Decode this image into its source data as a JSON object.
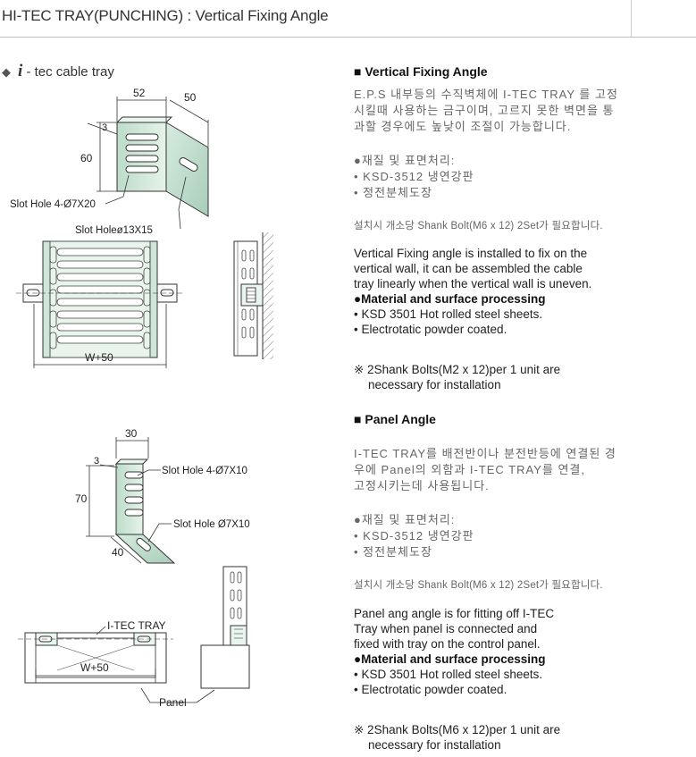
{
  "header": {
    "title": "HI-TEC TRAY(PUNCHING)  : Vertical Fixing Angle"
  },
  "brand": {
    "icon": "diamond-bullet-icon",
    "italic_i": "i",
    "rest": " - tec cable tray"
  },
  "diagram1": {
    "dim_top": "52",
    "dim_side": "50",
    "dim_thick": "3",
    "dim_height": "60",
    "slot_label_1": "Slot Hole 4-Ø7X20",
    "slot_label_2": "Slot Holeø13X15",
    "width_label": "W+50"
  },
  "diagram2": {
    "dim_top": "30",
    "dim_thick": "3",
    "dim_height": "70",
    "dim_base": "40",
    "slot_label_1": "Slot Hole  4-Ø7X10",
    "slot_label_2": "Slot Hole Ø7X10",
    "tray_label": "I-TEC TRAY",
    "width_label": "W+50",
    "panel_label": "Panel"
  },
  "section1": {
    "title_icon": "■",
    "title": "Vertical Fixing Angle",
    "kor_desc": [
      "E.P.S 내부등의 수직벽체에 I-TEC TRAY 를 고정",
      "시킬때 사용하는 금구이며, 고르지 못한 벽면을 통",
      "과할 경우에도 높낮이 조절이 가능합니다."
    ],
    "kor_mat_title": "●재질 및 표면처리:",
    "kor_mat": [
      "• KSD-3512 냉연강판",
      "• 정전분체도장"
    ],
    "kor_note": "설치시 개소당 Shank Bolt(M6 x 12) 2Set가 필요합니다.",
    "eng_desc": [
      "Vertical Fixing angle is installed to fix on the",
      "vertical wall, it can be assembled the cable",
      "tray linearly when the vertical wall is uneven."
    ],
    "eng_mat_title": "●Material and surface processing",
    "eng_mat": [
      "• KSD 3501 Hot rolled steel sheets.",
      "• Electrotatic powder coated."
    ],
    "eng_note": [
      "※  2Shank Bolts(M2 x 12)per 1 unit are",
      "necessary for installation"
    ]
  },
  "section2": {
    "title_icon": "■",
    "title": "Panel Angle",
    "kor_desc": [
      "I-TEC TRAY를 배전반이나 분전반등에 연결된 경",
      "우에 Panel의 외함과 I-TEC TRAY를 연결,",
      "고정시키는데 사용됩니다."
    ],
    "kor_mat_title": "●재질 및 표면처리:",
    "kor_mat": [
      "• KSD-3512 냉연강판",
      "• 정전분체도장"
    ],
    "kor_note": "설치시 개소당 Shank Bolt(M6 x 12) 2Set가 필요합니다.",
    "eng_desc": [
      "Panel ang angle is for fitting off I-TEC",
      "Tray when panel is connected and",
      "fixed with tray on the control panel."
    ],
    "eng_mat_title": "●Material and surface processing",
    "eng_mat": [
      "• KSD 3501 Hot rolled steel sheets.",
      "• Electrotatic powder coated."
    ],
    "eng_note": [
      "※ 2Shank Bolts(M6 x 12)per 1 unit are",
      "necessary for installation"
    ]
  }
}
